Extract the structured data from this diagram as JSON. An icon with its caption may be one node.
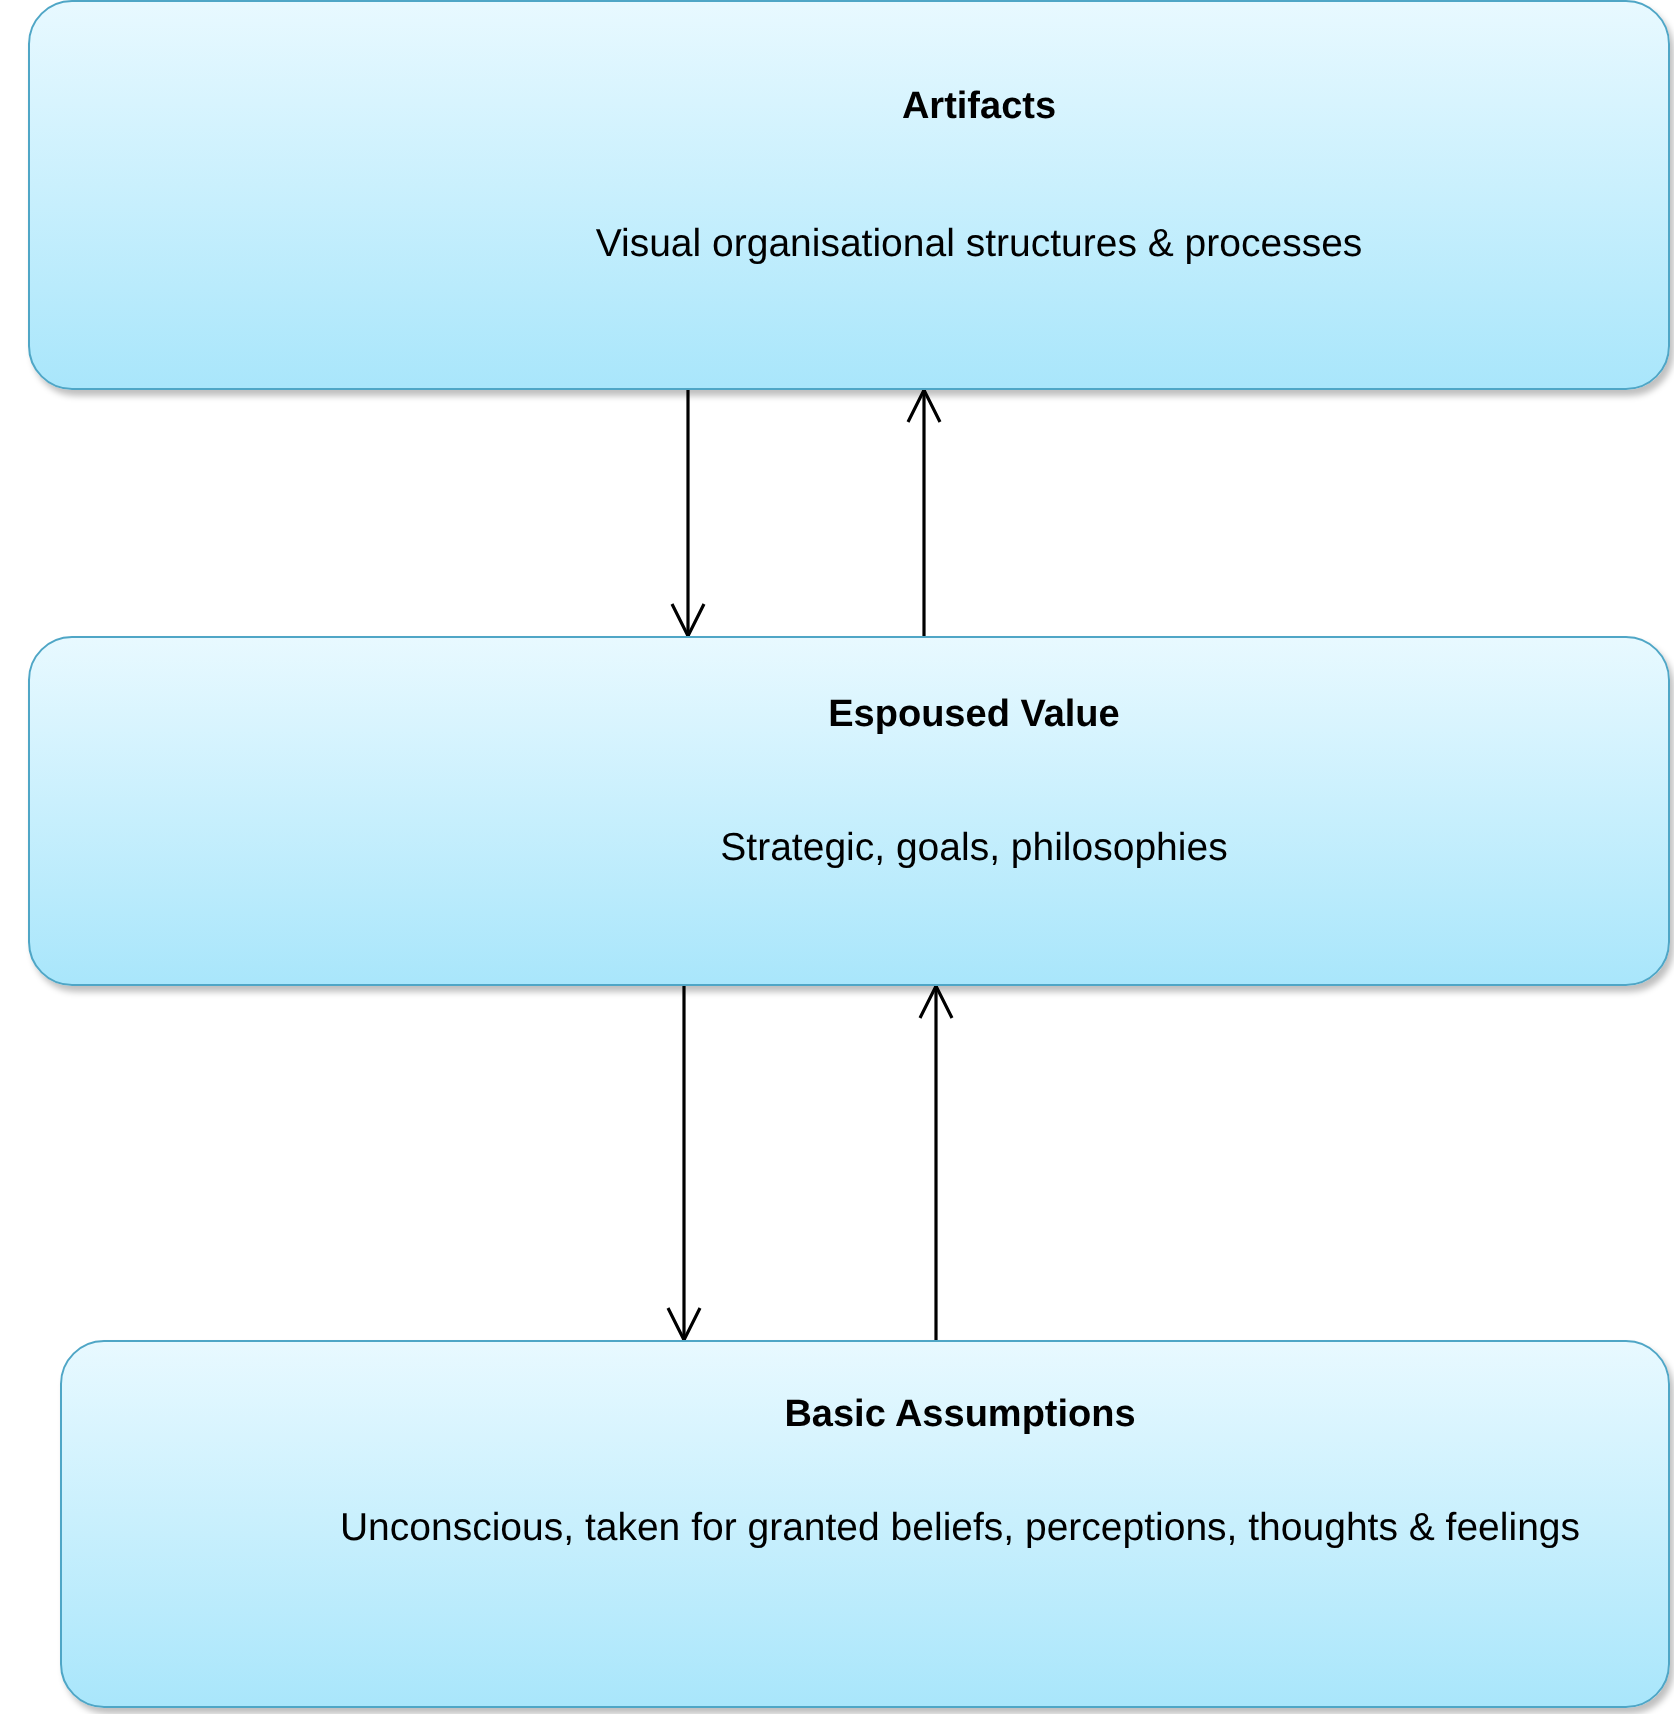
{
  "diagram": {
    "nodes": [
      {
        "text": [
          "Artifacts",
          "Visual organisational structures & processes"
        ]
      },
      {
        "text": [
          "Espoused Value",
          "Strategic, goals, philosophies"
        ]
      },
      {
        "text": [
          "Basic Assumptions",
          "Unconscious, taken for granted beliefs, perceptions, thoughts & feelings"
        ]
      }
    ],
    "edges": [
      {
        "from": 0,
        "to": 1,
        "arrow": "to"
      },
      {
        "from": 1,
        "to": 0,
        "arrow": "to"
      },
      {
        "from": 1,
        "to": 2,
        "arrow": "to"
      },
      {
        "from": 2,
        "to": 1,
        "arrow": "to"
      }
    ]
  }
}
